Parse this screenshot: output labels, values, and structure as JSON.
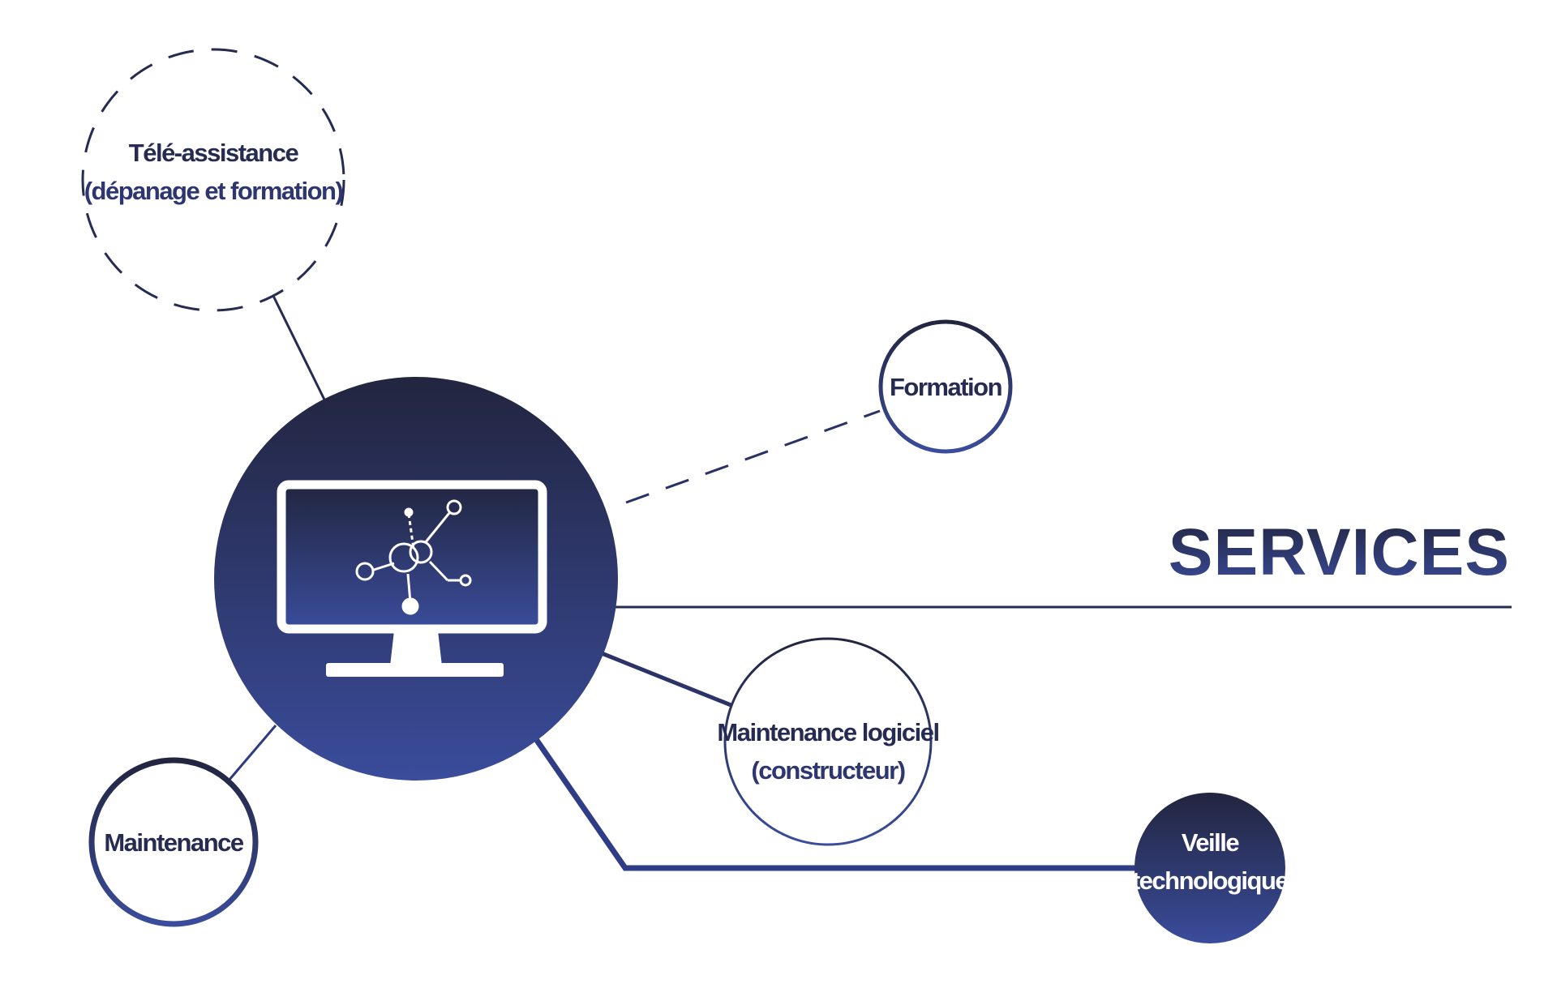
{
  "title": "SERVICES",
  "colors": {
    "navy": "#23284a",
    "indigo": "#2f3d87",
    "blue": "#3b4fa0",
    "background": "#ffffff"
  },
  "hub": {
    "icon": "monitor-network-icon"
  },
  "nodes": {
    "tele_assistance": {
      "line1": "Télé-assistance",
      "line2": "(dépanage et formation)",
      "style": "dashed"
    },
    "formation": {
      "line1": "Formation",
      "style": "outline"
    },
    "maintenance_logiciel": {
      "line1": "Maintenance logiciel",
      "line2": "(constructeur)",
      "style": "outline"
    },
    "maintenance": {
      "line1": "Maintenance",
      "style": "outline"
    },
    "veille": {
      "line1": "Veille",
      "line2": "technologique",
      "style": "filled"
    }
  }
}
